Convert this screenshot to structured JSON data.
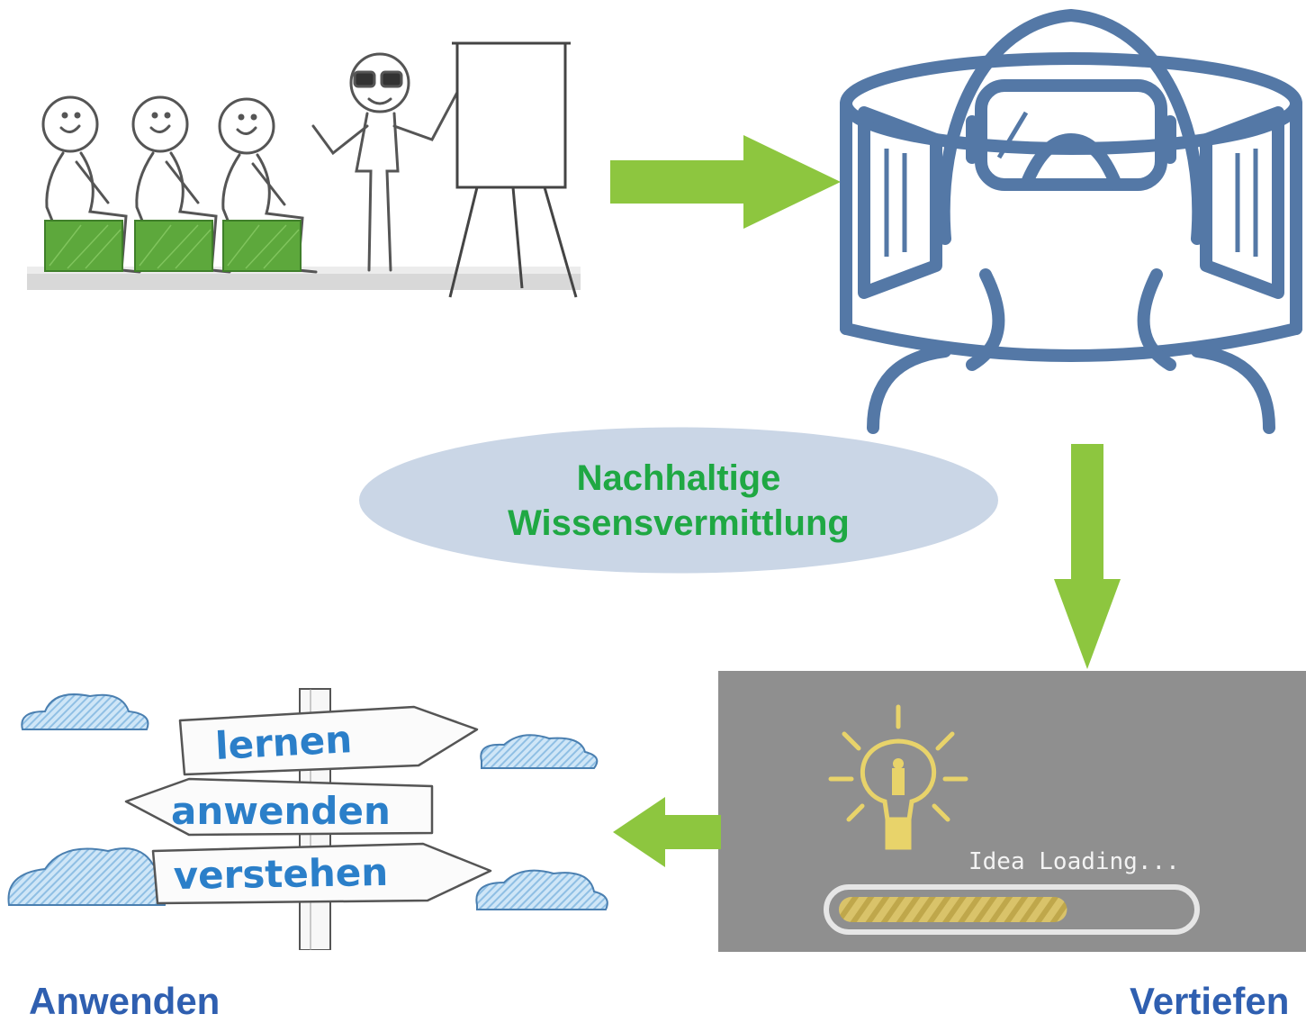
{
  "center": {
    "line1": "Nachhaltige",
    "line2": "Wissensvermittlung"
  },
  "signpost": {
    "sign1": "lernen",
    "sign2": "anwenden",
    "sign3": "verstehen"
  },
  "idea_panel": {
    "loading_text": "Idea Loading...",
    "progress_fraction": 0.66
  },
  "captions": {
    "left": "Anwenden",
    "right": "Vertiefen"
  },
  "colors": {
    "arrow": "#8dc63f",
    "vr_stroke": "#5478a6",
    "ellipse_fill": "#cad6e6",
    "center_text": "#1fa843",
    "caption_text": "#2f5fb0",
    "panel_bg": "#8f8f8f",
    "bulb": "#e8d36a"
  }
}
